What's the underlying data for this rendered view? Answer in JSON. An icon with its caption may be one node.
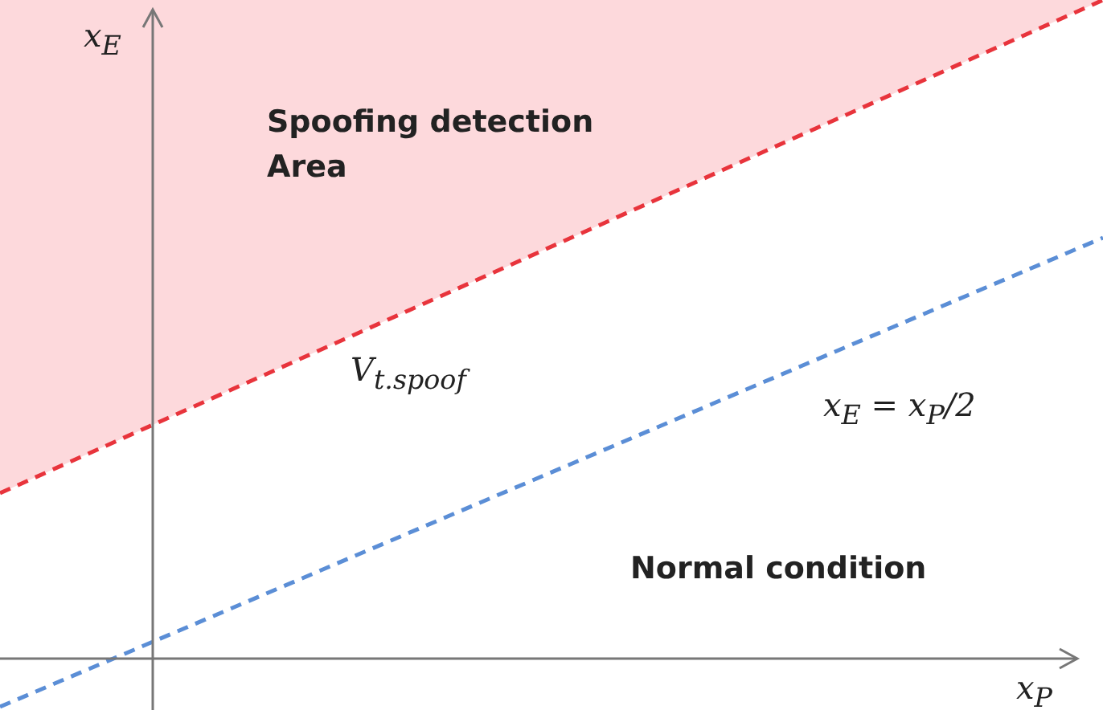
{
  "diagram": {
    "labels": [
      "x$_{E}$",
      "Spoofing detection Area",
      "V$_{t.spoof}$",
      "x$_{E}$ = x$_{P}$/2",
      "Normal condition",
      "x$_{P}$"
    ]
  }
}
